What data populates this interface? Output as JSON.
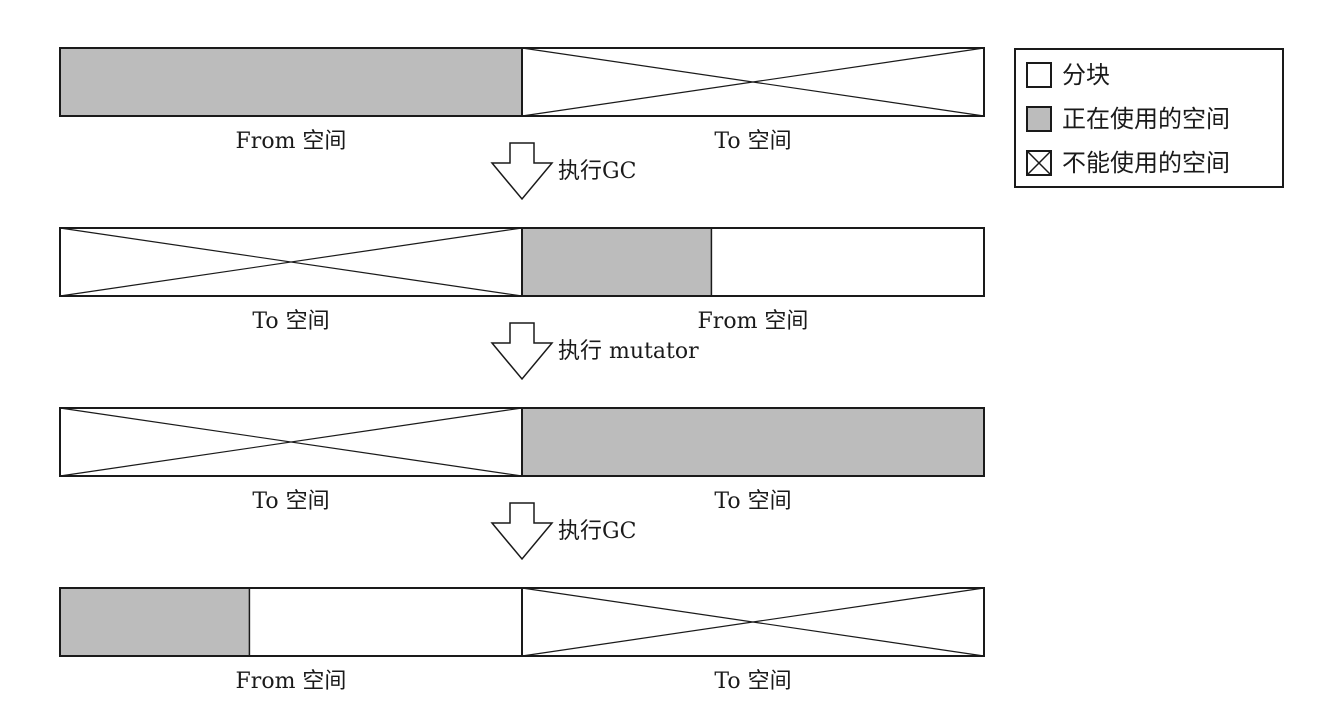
{
  "colors": {
    "used": "#bcbcbc",
    "stroke": "#1a1a1a",
    "free": "#ffffff"
  },
  "rows": [
    {
      "left": {
        "label": "From 空间",
        "state": "used",
        "used_fraction": 1.0
      },
      "right": {
        "label": "To 空间",
        "state": "unusable"
      }
    },
    {
      "left": {
        "label": "To 空间",
        "state": "unusable"
      },
      "right": {
        "label": "From 空间",
        "state": "used",
        "used_fraction": 0.41
      }
    },
    {
      "left": {
        "label": "To 空间",
        "state": "unusable"
      },
      "right": {
        "label": "To 空间",
        "state": "used",
        "used_fraction": 1.0
      }
    },
    {
      "left": {
        "label": "From 空间",
        "state": "used",
        "used_fraction": 0.41
      },
      "right": {
        "label": "To 空间",
        "state": "unusable"
      }
    }
  ],
  "transitions": [
    {
      "label": "执行GC",
      "arrow_icon": "down-arrow-icon"
    },
    {
      "label": "执行 mutator",
      "arrow_icon": "down-arrow-icon"
    },
    {
      "label": "执行GC",
      "arrow_icon": "down-arrow-icon"
    }
  ],
  "legend": {
    "items": [
      {
        "label": "分块",
        "swatch": "empty"
      },
      {
        "label": "正在使用的空间",
        "swatch": "used"
      },
      {
        "label": "不能使用的空间",
        "swatch": "unusable"
      }
    ]
  }
}
